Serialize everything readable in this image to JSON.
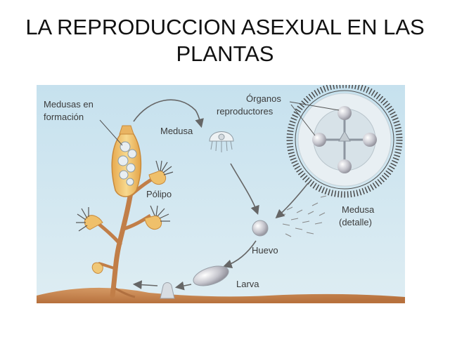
{
  "slide": {
    "title_line1": "LA REPRODUCCION ASEXUAL EN LAS",
    "title_line2": "PLANTAS"
  },
  "diagram": {
    "labels": {
      "medusas_en_formacion_1": "Medusas en",
      "medusas_en_formacion_2": "formación",
      "medusa": "Medusa",
      "organos_1": "Órganos",
      "organos_2": "reproductores",
      "polipo": "Pólipo",
      "medusa_detalle_1": "Medusa",
      "medusa_detalle_2": "(detalle)",
      "huevo": "Huevo",
      "larva": "Larva"
    },
    "colors": {
      "background_top": "#c9e3ef",
      "background_bottom": "#dcebf2",
      "ground": "#c98a55",
      "polyp_body": "#f0c46e",
      "stalk": "#c8814a",
      "sphere": "#b5b5bd",
      "arrow": "#6a6a6a"
    }
  }
}
